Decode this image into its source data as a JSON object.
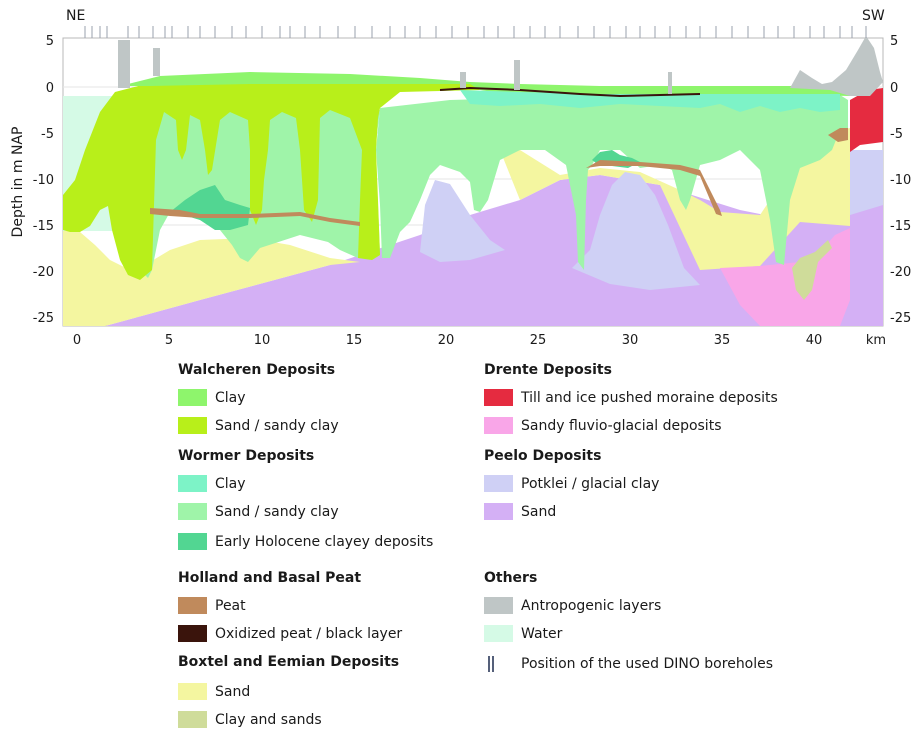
{
  "section": {
    "left_label": "NE",
    "right_label": "SW",
    "y_axis_label": "Depth in m NAP",
    "y_ticks": [
      "5",
      "0",
      "-5",
      "-10",
      "-15",
      "-20",
      "-25"
    ],
    "x_ticks": [
      "0",
      "5",
      "10",
      "15",
      "20",
      "25",
      "30",
      "35",
      "40"
    ],
    "x_unit": "km"
  },
  "legend": {
    "walcheren": {
      "title": "Walcheren Deposits",
      "items": [
        {
          "label": "Clay",
          "color": "#8ef56c"
        },
        {
          "label": "Sand / sandy clay",
          "color": "#b8ef1a"
        }
      ]
    },
    "wormer": {
      "title": "Wormer Deposits",
      "items": [
        {
          "label": "Clay",
          "color": "#7df3c7"
        },
        {
          "label": "Sand / sandy clay",
          "color": "#9ff4a9"
        },
        {
          "label": "Early Holocene clayey deposits",
          "color": "#52d692"
        }
      ]
    },
    "holland": {
      "title": "Holland and Basal Peat",
      "items": [
        {
          "label": "Peat",
          "color": "#c08a5c"
        },
        {
          "label": "Oxidized peat / black layer",
          "color": "#3a140c"
        }
      ]
    },
    "boxtel": {
      "title": "Boxtel and Eemian Deposits",
      "items": [
        {
          "label": "Sand",
          "color": "#f4f6a0"
        },
        {
          "label": "Clay and sands",
          "color": "#cfdc9a"
        }
      ]
    },
    "drente": {
      "title": "Drente Deposits",
      "items": [
        {
          "label": "Till and ice pushed moraine deposits",
          "color": "#e52b40"
        },
        {
          "label": "Sandy fluvio-glacial deposits",
          "color": "#f9a6e8"
        }
      ]
    },
    "peelo": {
      "title": "Peelo Deposits",
      "items": [
        {
          "label": "Potklei / glacial clay",
          "color": "#cfd0f5"
        },
        {
          "label": "Sand",
          "color": "#d4b0f5"
        }
      ]
    },
    "others": {
      "title": "Others",
      "items": [
        {
          "label": "Antropogenic layers",
          "color": "#bfc6c6"
        },
        {
          "label": "Water",
          "color": "#d5fae6"
        }
      ],
      "boreholes_label": "Position of the used DINO boreholes"
    }
  }
}
